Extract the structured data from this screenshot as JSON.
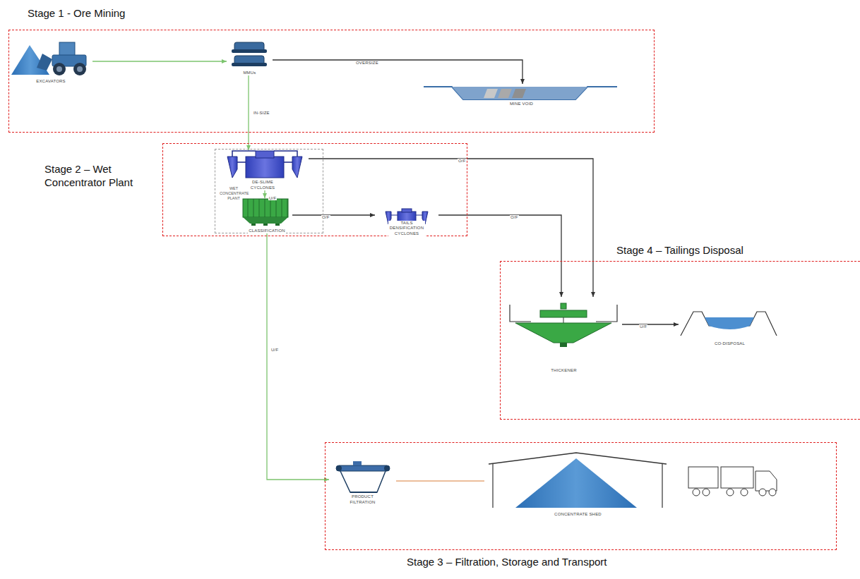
{
  "diagram": {
    "nodes": [
      {
        "text": [
          "Stage 1 - Ore Mining"
        ]
      },
      {
        "text": [
          "EXCAVATORS"
        ],
        "in": 0
      },
      {
        "text": [
          "MMUs"
        ],
        "in": 0
      },
      {
        "text": [
          "MINE VOID"
        ],
        "in": 0
      },
      {
        "text": [
          "Stage 2 – Wet Concentrator Plant"
        ]
      },
      {
        "text": [
          "WET CONCENTRATE PLANT"
        ],
        "in": 4
      },
      {
        "text": [
          "DE-SLIME CYCLONES"
        ],
        "in": 5
      },
      {
        "text": [
          "CLASSIFICATION"
        ],
        "in": 5
      },
      {
        "text": [
          "TAILS DENSIFICATION CYCLONES"
        ],
        "in": 4
      },
      {
        "text": [
          "Stage 4 – Tailings Disposal"
        ]
      },
      {
        "text": [
          "THICKENER"
        ],
        "in": 9
      },
      {
        "text": [
          "CO-DISPOSAL"
        ],
        "in": 9
      },
      {
        "text": [
          "Stage 3 – Filtration, Storage and Transport"
        ]
      },
      {
        "text": [
          "PRODUCT FILTRATION"
        ],
        "in": 12
      },
      {
        "text": [
          "CONCENTRATE SHED"
        ],
        "in": 12
      }
    ],
    "edges": [
      {
        "from": 1,
        "to": 2,
        "arrow": "to"
      },
      {
        "from": 2,
        "to": 3,
        "label": "OVERSIZE",
        "arrow": "to"
      },
      {
        "from": 2,
        "to": 6,
        "label": "IN-SIZE",
        "arrow": "to"
      },
      {
        "from": 6,
        "to": 7,
        "label": "U/F",
        "arrow": "to"
      },
      {
        "from": 6,
        "to": 10,
        "label": "O/F",
        "arrow": "to"
      },
      {
        "from": 7,
        "to": 8,
        "label": "O/F",
        "arrow": "to"
      },
      {
        "from": 8,
        "to": 10,
        "label": "O/F",
        "arrow": "to"
      },
      {
        "from": 7,
        "to": 13,
        "label": "U/F",
        "arrow": "to"
      },
      {
        "from": 10,
        "to": 11,
        "label": "U/F",
        "arrow": "to"
      },
      {
        "from": 13,
        "to": 14,
        "arrow": "none"
      }
    ]
  }
}
